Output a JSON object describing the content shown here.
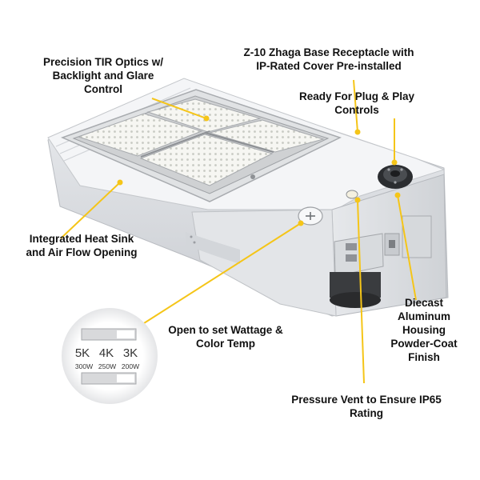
{
  "annotations": {
    "tir_optics": [
      "Precision TIR Optics w/",
      "Backlight and Glare",
      "Control"
    ],
    "zhaga": [
      "Z-10 Zhaga Base Receptacle with",
      "IP-Rated Cover Pre-installed"
    ],
    "plug_play": [
      "Ready For Plug & Play",
      "Controls"
    ],
    "heat_sink": [
      "Integrated Heat Sink",
      "and Air Flow Opening"
    ],
    "wattage": [
      "Open to set Wattage &",
      "Color Temp"
    ],
    "diecast": [
      "Diecast",
      "Aluminum",
      "Housing",
      "Powder-Coat",
      "Finish"
    ],
    "pressure_vent": [
      "Pressure Vent to Ensure IP65",
      "Rating"
    ]
  },
  "selector": {
    "cct": [
      "5K",
      "4K",
      "3K"
    ],
    "watts": [
      "300W",
      "250W",
      "200W"
    ]
  },
  "colors": {
    "leader": "#f5c518",
    "housing": "#f2f3f5",
    "shadow": "#d9dce0",
    "led": "#e9eae6"
  }
}
